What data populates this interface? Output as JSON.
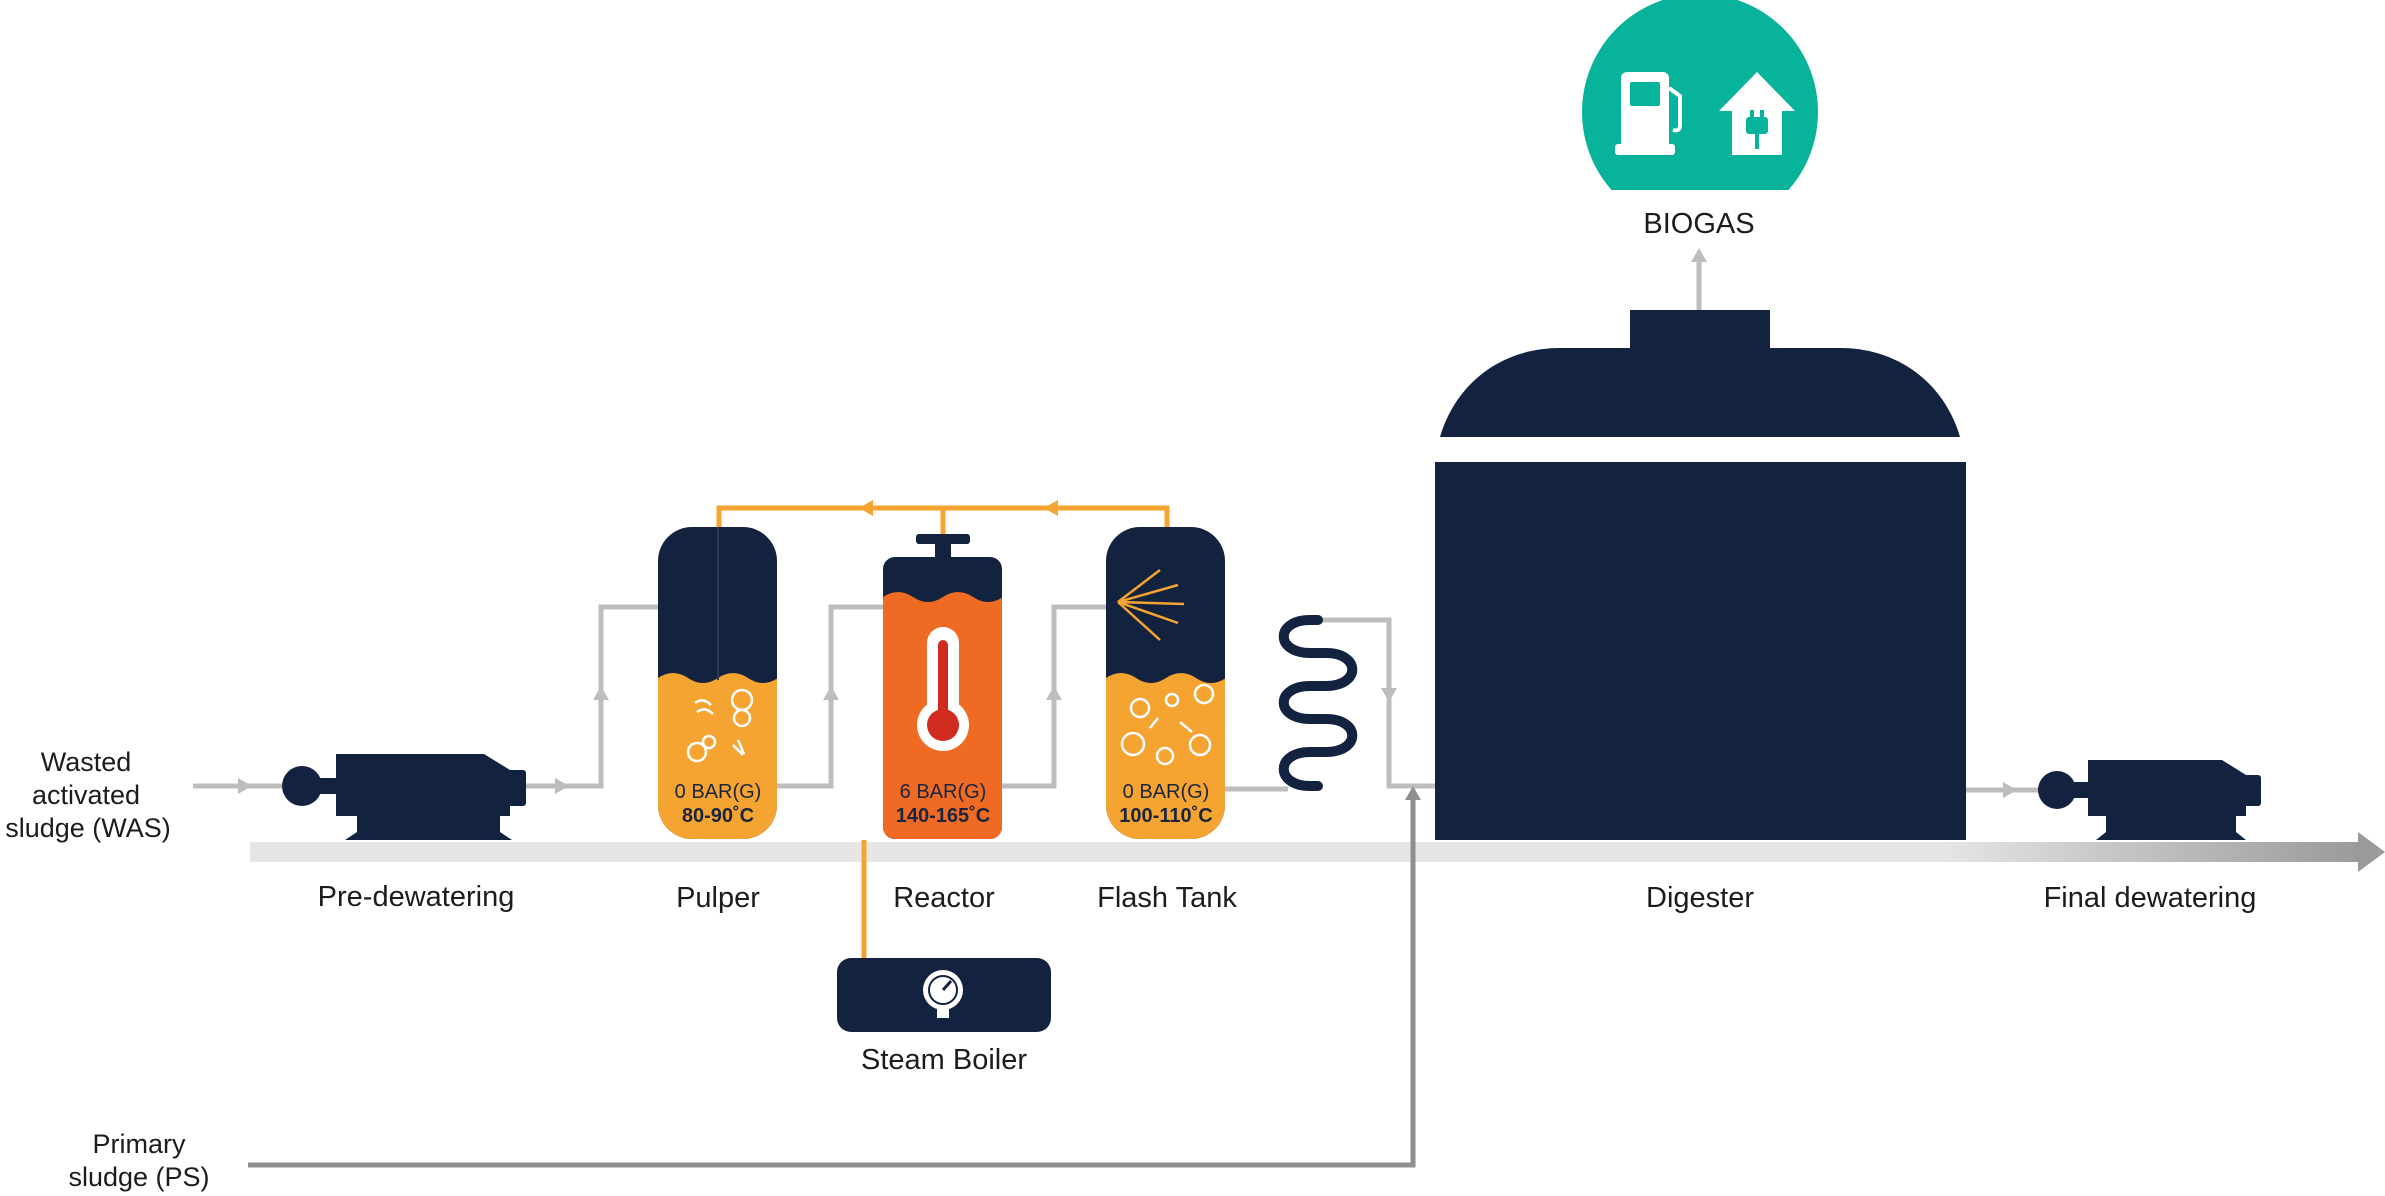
{
  "colors": {
    "navy": "#13223f",
    "orange": "#f5a431",
    "dark_orange": "#ef6a22",
    "teal": "#07b39b",
    "pipe_gray": "#bdbdbd",
    "pipe_dark_gray": "#8f8f8f",
    "baseline_gray": "#e3e3e3"
  },
  "inputs": {
    "was": [
      "Wasted",
      "activated",
      "sludge (WAS)"
    ],
    "ps": [
      "Primary",
      "sludge (PS)"
    ]
  },
  "units": {
    "pre_dewatering": "Pre-dewatering",
    "pulper": "Pulper",
    "reactor": "Reactor",
    "flash_tank": "Flash Tank",
    "digester": "Digester",
    "final_dewatering": "Final dewatering",
    "steam_boiler": "Steam Boiler"
  },
  "conditions": {
    "pulper": {
      "pressure": "0 BAR(G)",
      "temperature": "80-90˚C"
    },
    "reactor": {
      "pressure": "6 BAR(G)",
      "temperature": "140-165˚C"
    },
    "flash_tank": {
      "pressure": "0 BAR(G)",
      "temperature": "100-110˚C"
    }
  },
  "output": {
    "biogas": "BIOGAS"
  },
  "icons": [
    "fuel-pump-icon",
    "house-plug-icon",
    "thermometer-icon",
    "pressure-gauge-icon",
    "bacteria-icon",
    "steam-spray-icon"
  ]
}
